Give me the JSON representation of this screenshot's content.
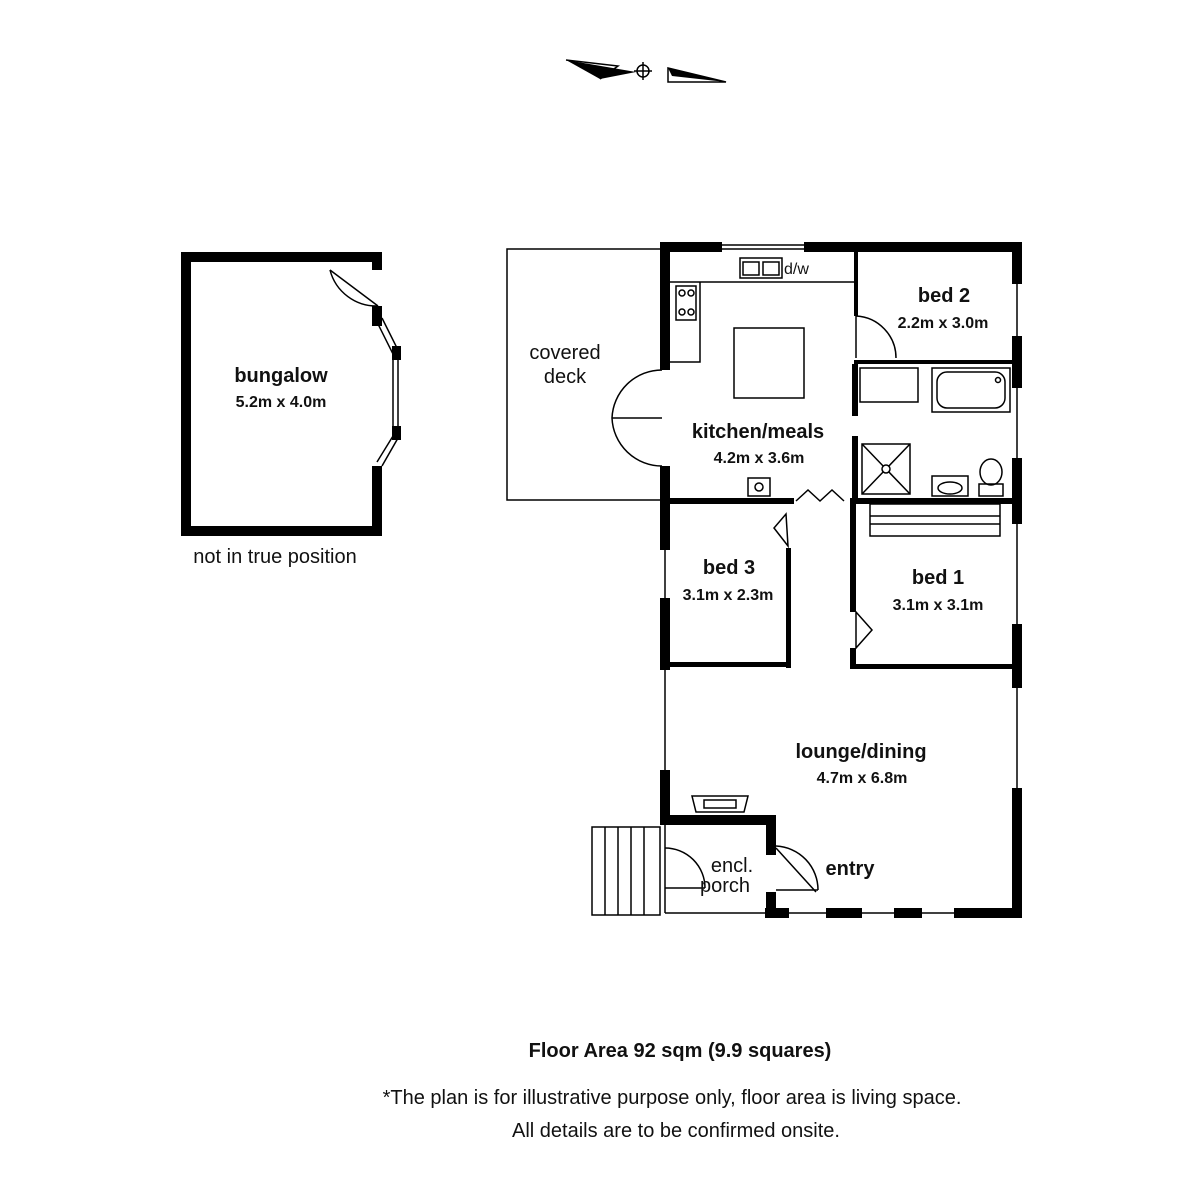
{
  "rooms": {
    "bungalow": {
      "name": "bungalow",
      "dims": "5.2m x 4.0m"
    },
    "bed2": {
      "name": "bed 2",
      "dims": "2.2m x 3.0m"
    },
    "kitchen": {
      "name": "kitchen/meals",
      "dims": "4.2m x 3.6m"
    },
    "bed3": {
      "name": "bed 3",
      "dims": "3.1m x 2.3m"
    },
    "bed1": {
      "name": "bed 1",
      "dims": "3.1m x 3.1m"
    },
    "lounge": {
      "name": "lounge/dining",
      "dims": "4.7m x 6.8m"
    },
    "entry": {
      "name": "entry"
    }
  },
  "labels": {
    "covered_deck_1": "covered",
    "covered_deck_2": "deck",
    "dishwasher": "d/w",
    "porch_1": "encl.",
    "porch_2": "porch",
    "not_true_position": "not in true position"
  },
  "footer": {
    "floor_area": "Floor Area 92 sqm (9.9 squares)",
    "disclaimer_1": "*The plan is for illustrative purpose only, floor area is living space.",
    "disclaimer_2": "All details are to be confirmed onsite."
  },
  "icons": [
    "compass-icon",
    "door-swing-icon",
    "sink-icon",
    "cooktop-icon",
    "bathtub-icon",
    "shower-icon",
    "toilet-icon",
    "basin-icon",
    "fireplace-icon",
    "steps-icon"
  ],
  "colors": {
    "wall": "#000000",
    "background": "#ffffff",
    "text": "#111111"
  }
}
